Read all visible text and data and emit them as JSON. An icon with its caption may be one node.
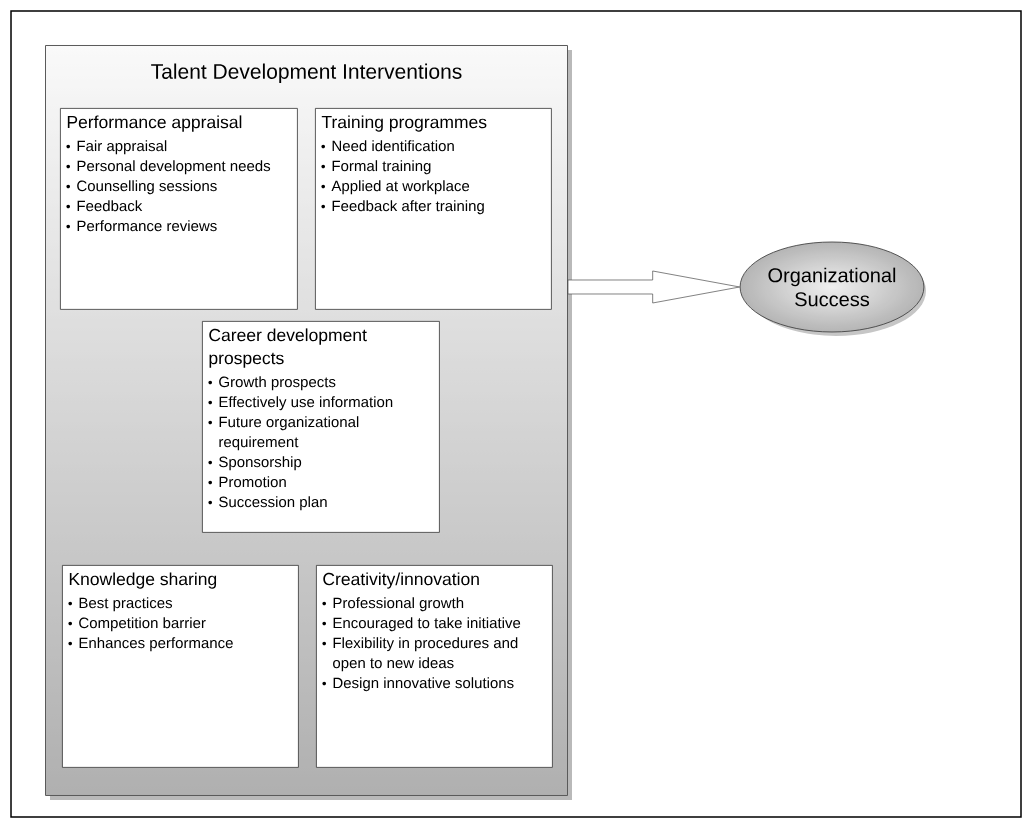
{
  "diagram": {
    "nodes": [
      {
        "text": [
          "Talent Development Interventions"
        ]
      },
      {
        "text": [
          "Performance appraisal",
          "Fair appraisal",
          "Personal development needs",
          "Counselling sessions",
          "Feedback",
          "Performance reviews"
        ],
        "in": 0
      },
      {
        "text": [
          "Training programmes",
          "Need identification",
          "Formal training",
          "Applied at workplace",
          "Feedback after training"
        ],
        "in": 0
      },
      {
        "text": [
          "Career development prospects",
          "Growth prospects",
          "Effectively use information",
          "Future organizational requirement",
          "Sponsorship",
          "Promotion",
          "Succession plan"
        ],
        "in": 0
      },
      {
        "text": [
          "Knowledge sharing",
          "Best practices",
          "Competition barrier",
          "Enhances performance"
        ],
        "in": 0
      },
      {
        "text": [
          "Creativity/innovation",
          "Professional growth",
          "Encouraged to take initiative",
          "Flexibility in procedures and open to new ideas",
          "Design innovative solutions"
        ],
        "in": 0
      },
      {
        "text": [
          "Organizational Success"
        ]
      }
    ],
    "edges": [
      {
        "from": 0,
        "to": 6,
        "arrow": "to"
      }
    ]
  }
}
